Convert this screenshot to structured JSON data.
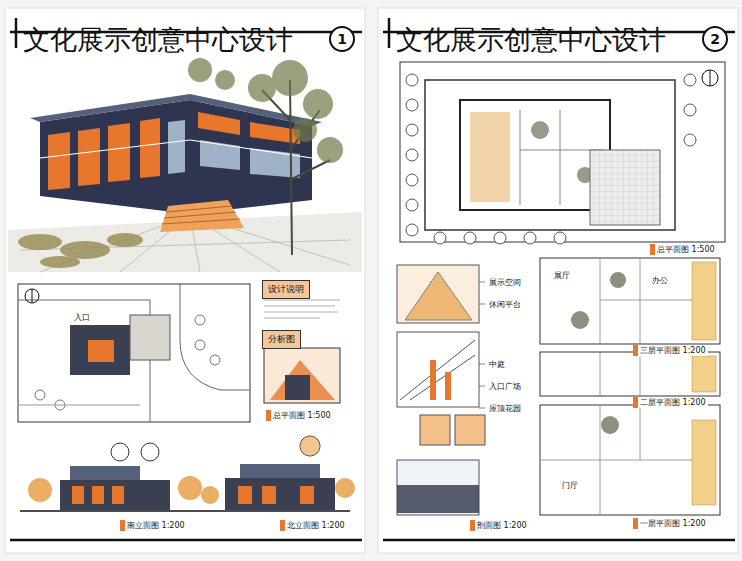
{
  "diagram": {
    "nodes": [
      {
        "text": [
          "文化展示创意中心设计",
          "1"
        ]
      },
      {
        "text": [
          "文化展示创意中心设计",
          "2"
        ]
      },
      {
        "text": [
          "设计说明"
        ],
        "in": 0
      },
      {
        "text": [
          "分析图"
        ],
        "in": 0
      }
    ],
    "labels": [
      "总平面图 1:500",
      "南立面图 1:200",
      "北立面图 1:200",
      "总平面图 1:500",
      "三层平面图 1:200",
      "二层平面图 1:200",
      "一层平面图 1:200",
      "剖面图 1:200",
      "入口",
      "展厅",
      "门厅",
      "办公",
      "展示空间",
      "休闲平台",
      "中庭",
      "入口广场",
      "屋顶花园"
    ]
  }
}
